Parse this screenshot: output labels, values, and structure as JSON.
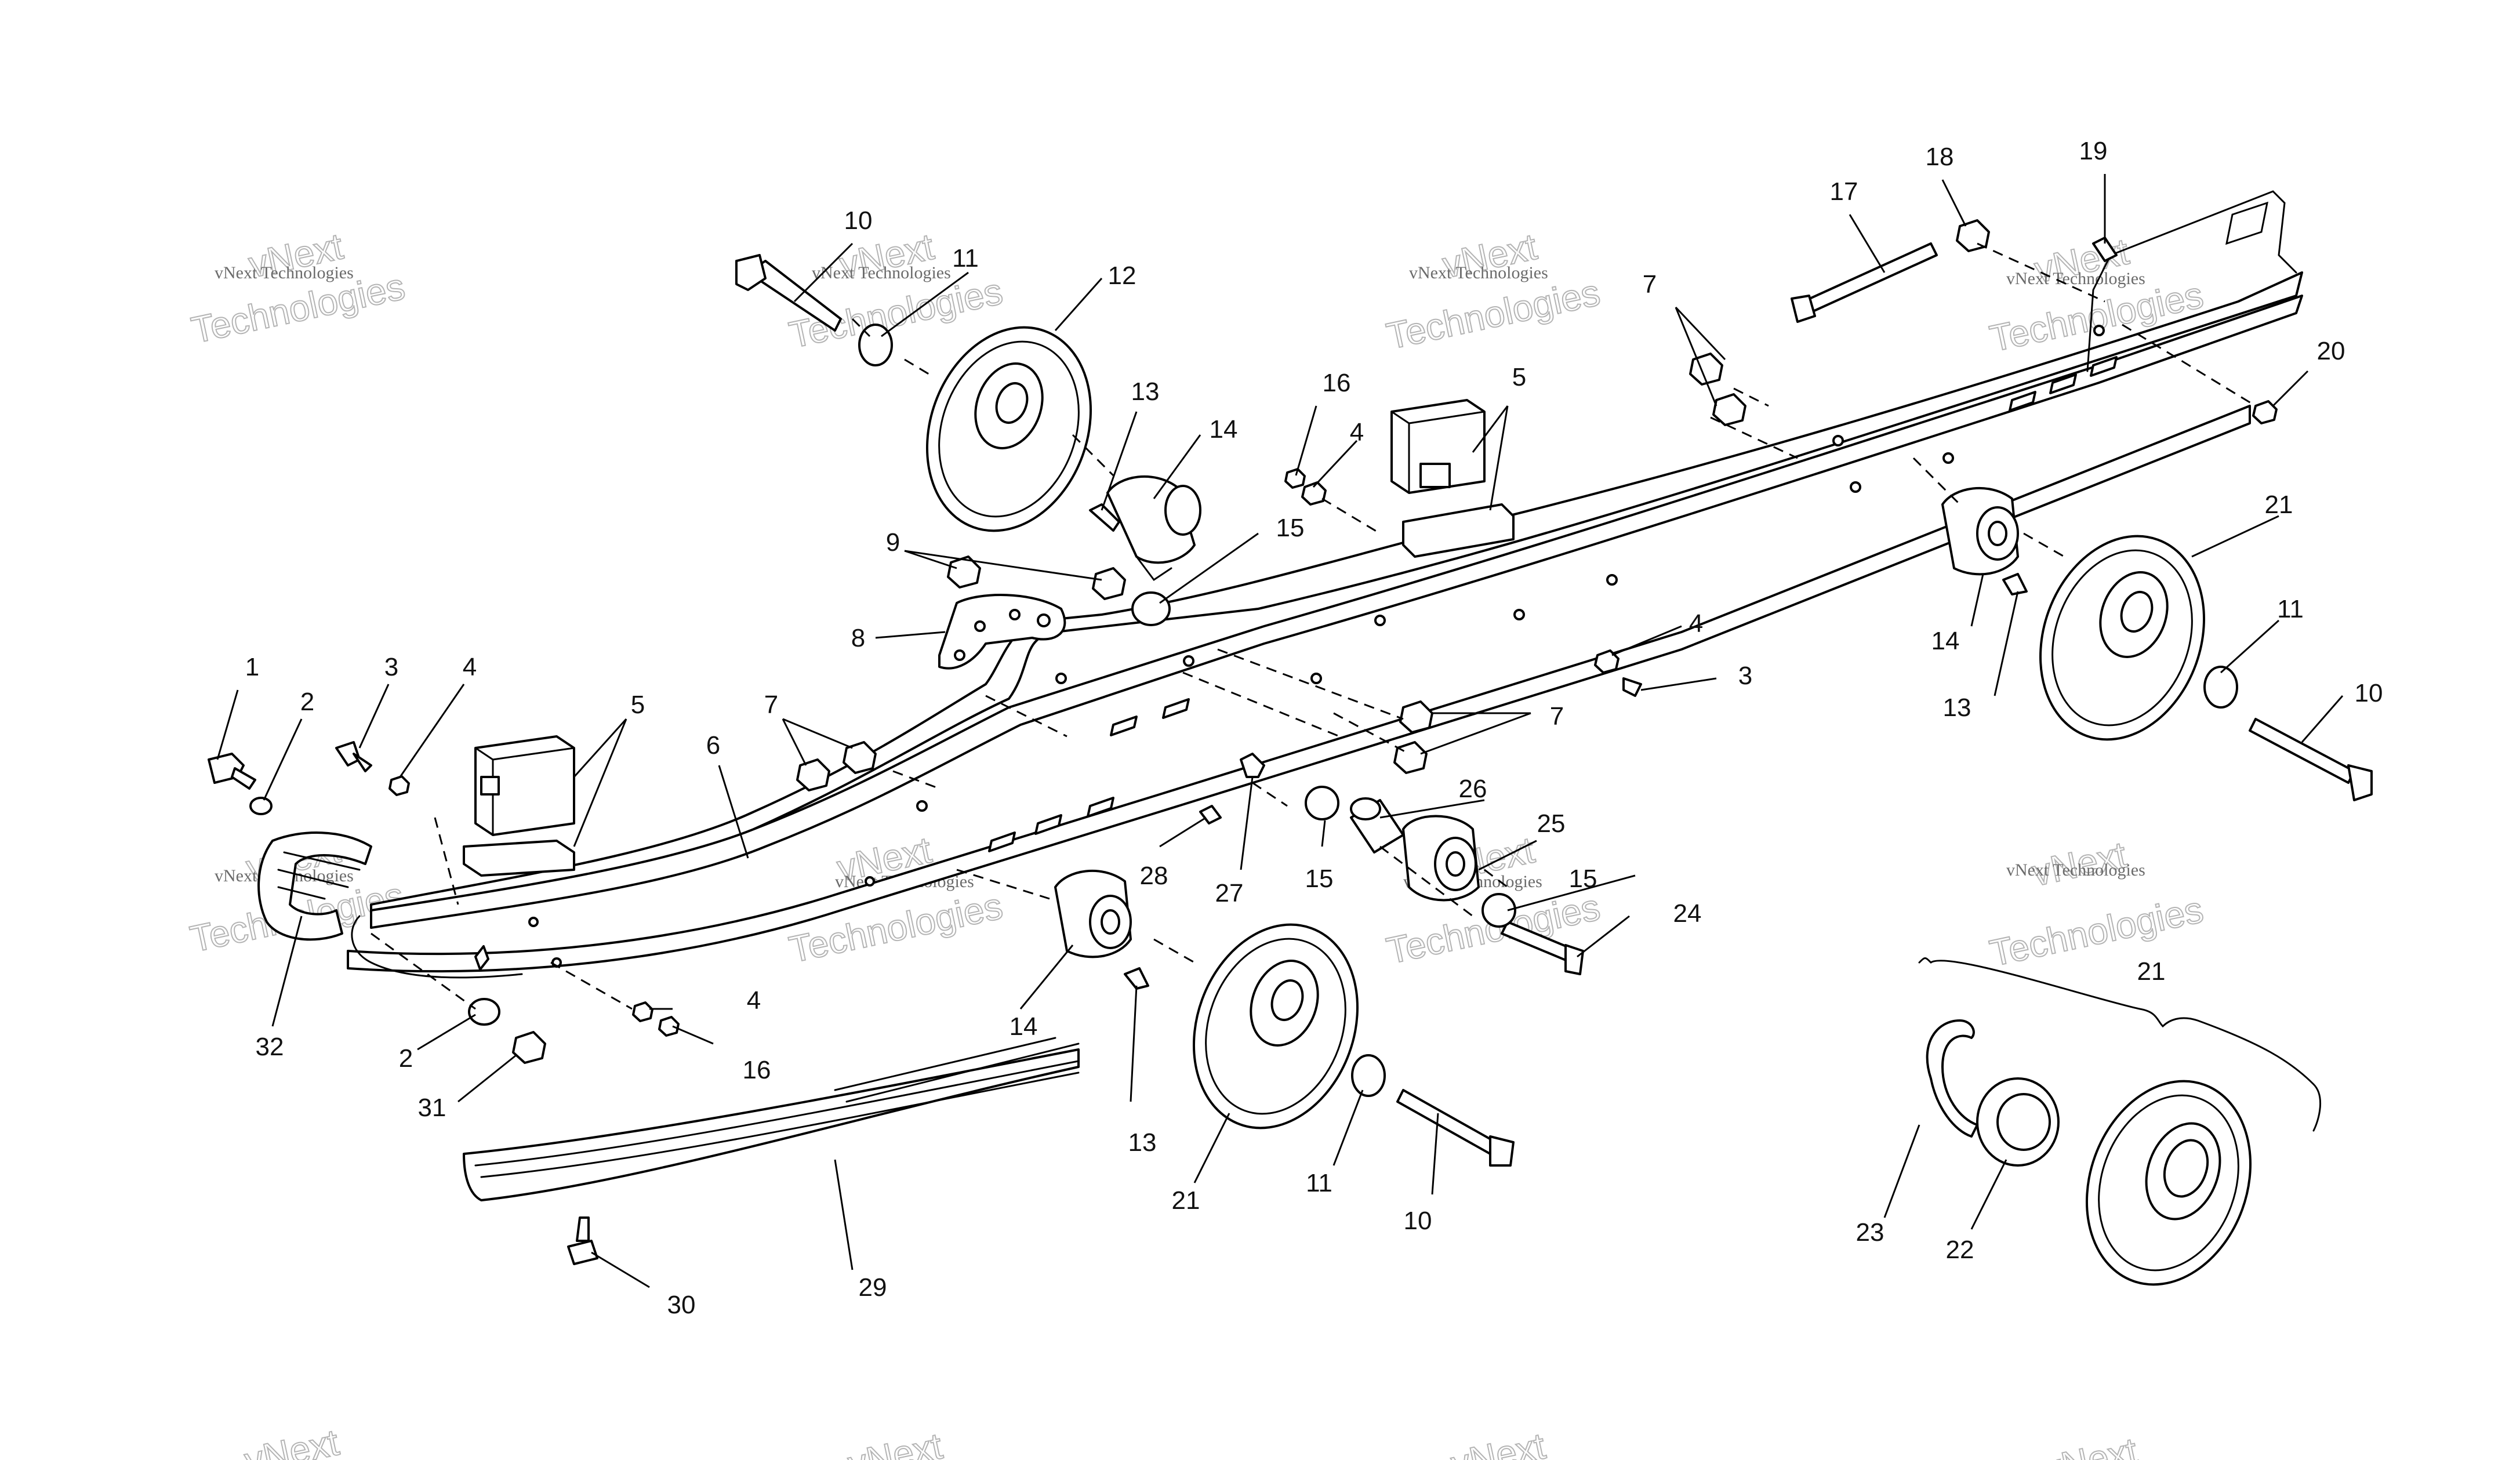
{
  "diagram": {
    "watermark_text": "vNext Technologies",
    "watermark_word": "vNext",
    "watermark_word_2": "Technologies",
    "callouts": {
      "c1": "1",
      "c2a": "2",
      "c2b": "2",
      "c3a": "3",
      "c3b": "3",
      "c4a": "4",
      "c4b": "4",
      "c4c": "4",
      "c4d": "4",
      "c5a": "5",
      "c5b": "5",
      "c6": "6",
      "c7a": "7",
      "c7b": "7",
      "c7c": "7",
      "c8": "8",
      "c9": "9",
      "c10a": "10",
      "c10b": "10",
      "c10c": "10",
      "c11a": "11",
      "c11b": "11",
      "c11c": "11",
      "c12": "12",
      "c13a": "13",
      "c13b": "13",
      "c13c": "13",
      "c14a": "14",
      "c14b": "14",
      "c14c": "14",
      "c15a": "15",
      "c15b": "15",
      "c15c": "15",
      "c16a": "16",
      "c16b": "16",
      "c17": "17",
      "c18": "18",
      "c19": "19",
      "c20": "20",
      "c21a": "21",
      "c21b": "21",
      "c21c": "21",
      "c22": "22",
      "c23": "23",
      "c24": "24",
      "c25": "25",
      "c26": "26",
      "c27": "27",
      "c28": "28",
      "c29": "29",
      "c30": "30",
      "c31": "31",
      "c32": "32"
    }
  }
}
